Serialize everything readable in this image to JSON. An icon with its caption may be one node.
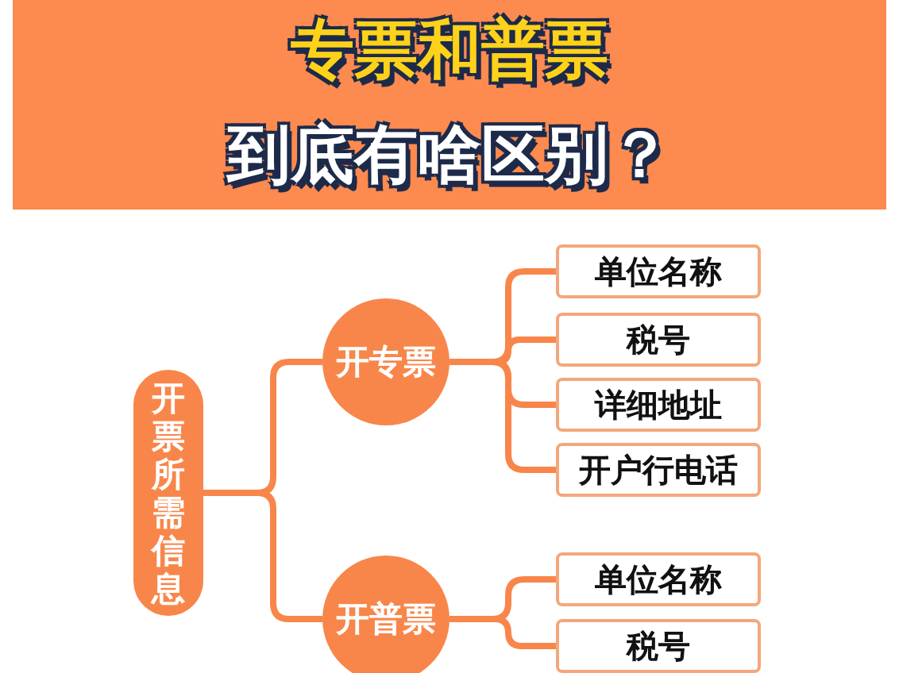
{
  "diagram": {
    "title": "专票和普票",
    "nodes": [
      {
        "text": [
          "开票所需信息"
        ]
      },
      {
        "text": [
          "开专票"
        ]
      },
      {
        "text": [
          "单位名称"
        ]
      },
      {
        "text": [
          "税号"
        ]
      },
      {
        "text": [
          "详细地址"
        ]
      },
      {
        "text": [
          "开户行电话"
        ]
      },
      {
        "text": [
          "开普票"
        ]
      },
      {
        "text": [
          "单位名称"
        ]
      },
      {
        "text": [
          "税号"
        ]
      }
    ],
    "edges": [
      {
        "from": 0,
        "to": 1,
        "arrow": "none"
      },
      {
        "from": 1,
        "to": 2,
        "arrow": "none"
      },
      {
        "from": 1,
        "to": 3,
        "arrow": "none"
      },
      {
        "from": 1,
        "to": 4,
        "arrow": "none"
      },
      {
        "from": 1,
        "to": 5,
        "arrow": "none"
      },
      {
        "from": 0,
        "to": 6,
        "arrow": "none"
      },
      {
        "from": 6,
        "to": 7,
        "arrow": "none"
      },
      {
        "from": 6,
        "to": 8,
        "arrow": "none"
      }
    ],
    "labels": [
      "到底有啥区别？"
    ]
  }
}
